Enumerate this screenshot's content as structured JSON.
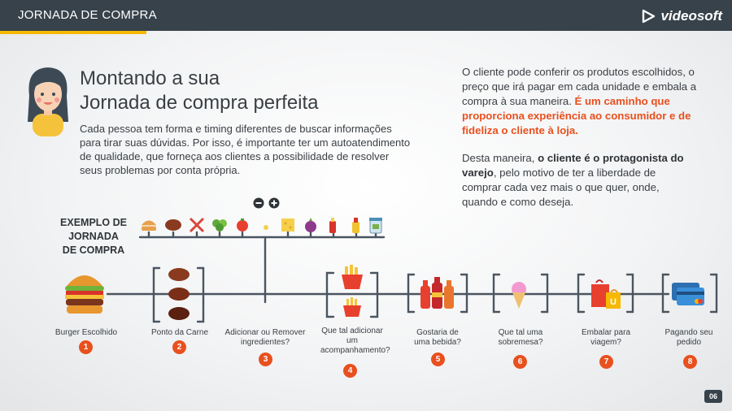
{
  "header": {
    "title": "JORNADA DE COMPRA",
    "logo_text": "videosoft"
  },
  "title": {
    "line1": "Montando a sua",
    "line2": "Jornada de compra perfeita"
  },
  "description": "Cada pessoa tem forma e timing diferentes de buscar informações para tirar suas dúvidas. Por isso, é importante ter um autoatendimento de qualidade, que forneça aos clientes a possibilidade de resolver seus problemas por conta própria.",
  "right_text": {
    "p1_a": "O cliente pode conferir os produtos escolhidos, o preço que irá pagar em cada unidade e embala a compra à sua maneira. ",
    "p1_highlight": "É um caminho que proporciona experiência ao consumidor e de fideliza o cliente à loja.",
    "p2_a": "Desta maneira, ",
    "p2_bold": "o cliente é o protagonista do varejo",
    "p2_b": ", pelo motivo de ter a liberdade de comprar cada vez mais o que quer, onde, quando e como deseja."
  },
  "example_label": {
    "line1": "EXEMPLO DE",
    "line2": "JORNADA",
    "line3": "DE COMPRA"
  },
  "ingredient_controls": {
    "minus": "−",
    "plus": "+"
  },
  "ingredients": [
    "bun-icon",
    "patty-icon",
    "bacon-icon",
    "lettuce-icon",
    "tomato-icon",
    "onion-ring-icon",
    "cheese-icon",
    "red-onion-icon",
    "ketchup-icon",
    "mustard-icon",
    "pickles-jar-icon"
  ],
  "steps": [
    {
      "number": "1",
      "label": "Burger Escolhido",
      "icon": "burger-icon"
    },
    {
      "number": "2",
      "label": "Ponto da Carne",
      "icon": "patties-icon"
    },
    {
      "number": "3",
      "label": "Adicionar ou Remover ingredientes?",
      "icon": ""
    },
    {
      "number": "4",
      "label": "Que tal adicionar um acompanhamento?",
      "icon": "fries-icon"
    },
    {
      "number": "5",
      "label": "Gostaria de uma bebida?",
      "icon": "soda-bottles-icon"
    },
    {
      "number": "6",
      "label": "Que tal uma sobremesa?",
      "icon": "ice-cream-icon"
    },
    {
      "number": "7",
      "label": "Embalar para viagem?",
      "icon": "shopping-bags-icon"
    },
    {
      "number": "8",
      "label": "Pagando seu pedido",
      "icon": "credit-cards-icon"
    }
  ],
  "colors": {
    "header_bg": "#37424b",
    "accent_yellow": "#f6b800",
    "accent_orange": "#e8501e",
    "line": "#4a5560"
  },
  "page_number": "06"
}
